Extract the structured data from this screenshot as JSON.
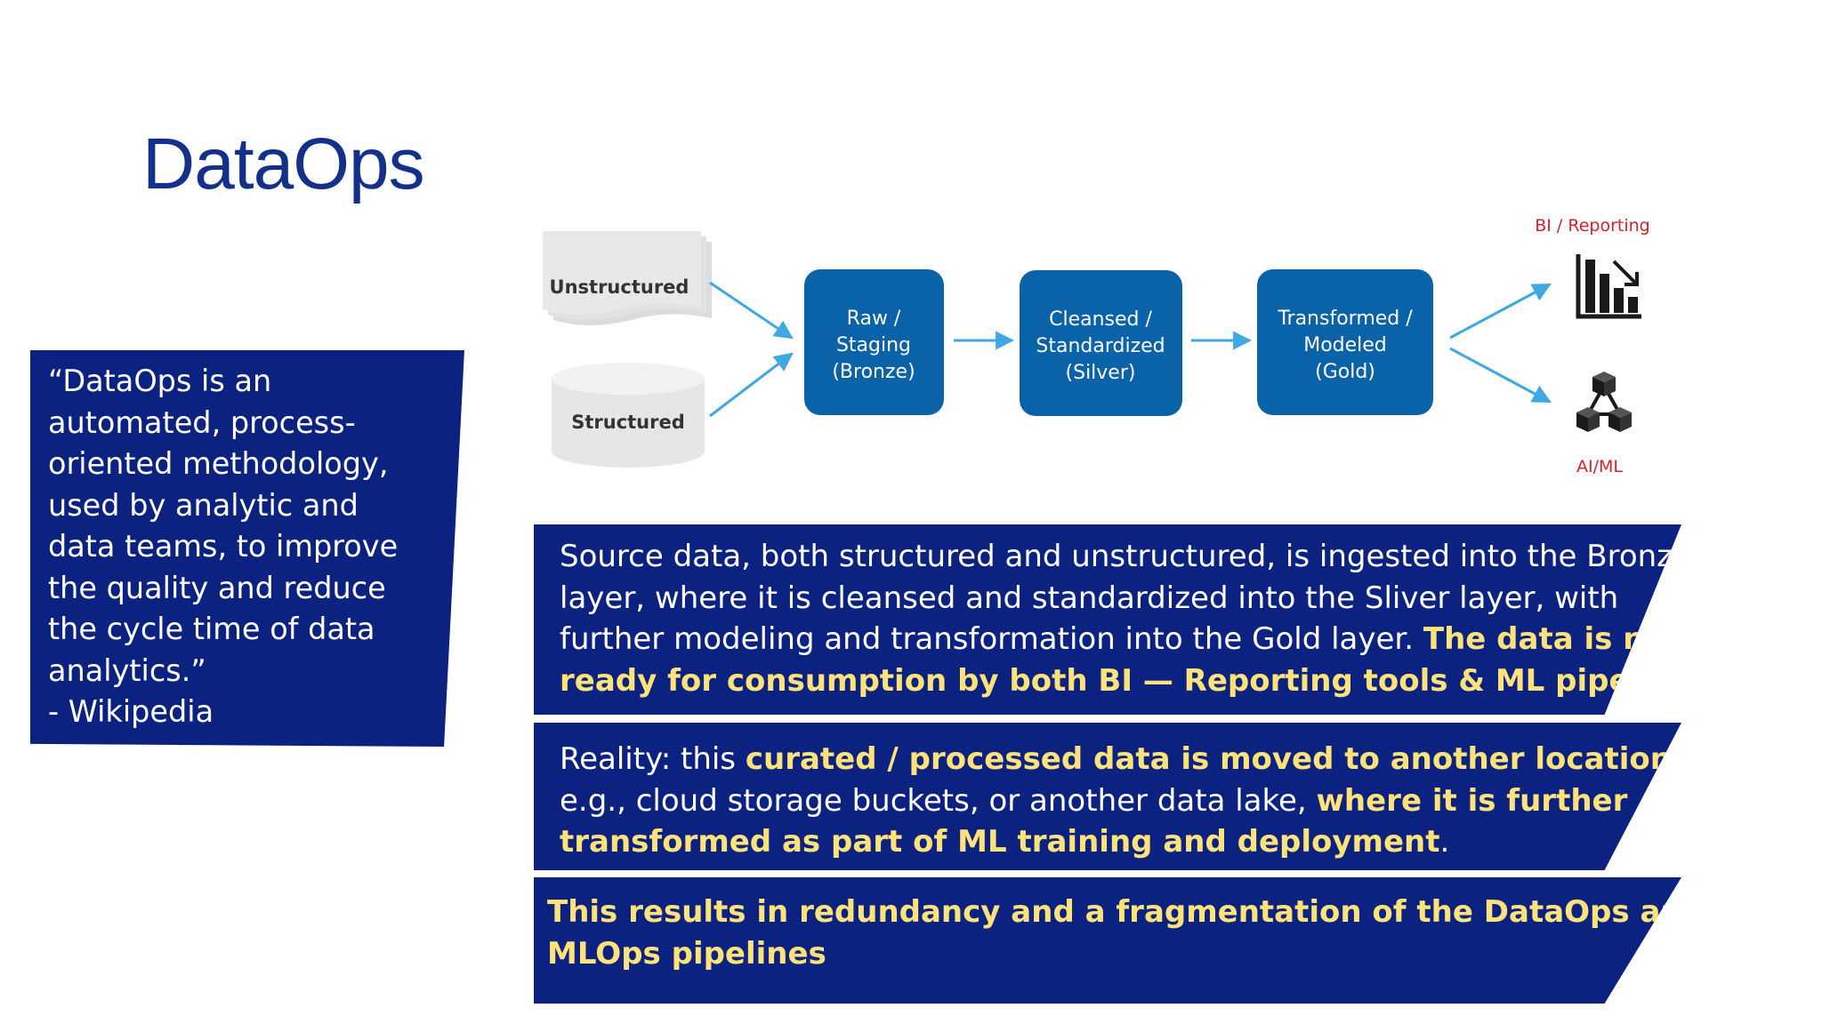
{
  "slide": {
    "title": "DataOps"
  },
  "quote": {
    "lines": [
      "“DataOps is an",
      "automated, process-",
      "oriented methodology,",
      "used by analytic and",
      "data teams, to improve",
      "the quality and reduce",
      "the cycle time of data",
      "analytics.”",
      "- Wikipedia"
    ]
  },
  "diagram": {
    "sources": {
      "unstructured": "Unstructured",
      "structured": "Structured"
    },
    "stages": {
      "bronze": {
        "line1": "Raw /",
        "line2": "Staging",
        "line3": "(Bronze)"
      },
      "silver": {
        "line1": "Cleansed /",
        "line2": "Standardized",
        "line3": "(Silver)"
      },
      "gold": {
        "line1": "Transformed /",
        "line2": "Modeled",
        "line3": "(Gold)"
      }
    },
    "outputs": {
      "bi": "BI / Reporting",
      "aiml": "AI/ML"
    },
    "icons": {
      "bi": "bar-chart-icon",
      "aiml": "network-cubes-icon"
    },
    "colors": {
      "stage_fill": "#0a62a8",
      "arrow": "#3fa8e0",
      "output_label": "#d2232a",
      "source_fill": "#e4e4e4"
    }
  },
  "paragraphs": {
    "p1": {
      "line1": "Source data, both structured and unstructured, is ingested into the Bronze",
      "line2": "layer, where it is cleansed and standardized into the Sliver layer, with",
      "line3_plain": "further modeling and transformation into the Gold layer. ",
      "line3_highlight": "The data is now",
      "line4_highlight": "ready for consumption by both BI — Reporting tools & ML pipelines."
    },
    "p2": {
      "line1_plain": "Reality: this ",
      "line1_highlight": "curated / processed data is moved to another location",
      "line1_end": ",",
      "line2_plain": "e.g., cloud storage buckets, or another data lake, ",
      "line2_highlight": "where it is further",
      "line3_highlight": "transformed as part of ML training and deployment",
      "line3_end": "."
    },
    "p3": {
      "line1": "This results in redundancy and a fragmentation of the DataOps and",
      "line2": "MLOps pipelines"
    }
  },
  "colors": {
    "title": "#13318b",
    "box_fill": "#0b2280",
    "highlight": "#ffe27a"
  }
}
